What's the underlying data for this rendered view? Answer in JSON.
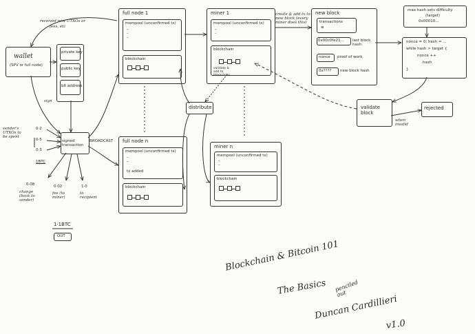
{
  "wallet": {
    "title": "wallet",
    "subtitle": "(SPV or full node)",
    "note_received": "received new UTXOs or",
    "note_fees": "fees, etc"
  },
  "keys": {
    "private": "private key",
    "public": "public key",
    "address": "bit address"
  },
  "sign_label": "sign",
  "sender": {
    "label": "sender's UTXOs to be spent",
    "in1": "0·2",
    "in2": "0·5",
    "in3": "0·3",
    "total": "1BTC"
  },
  "tx": {
    "label": "signed transaction",
    "broadcast": "BROADCAST"
  },
  "outputs": {
    "change": {
      "amount": "0·08",
      "note": "change (back to sender)"
    },
    "fee": {
      "amount": "0·02",
      "note": "fee (to miner)"
    },
    "recipient": {
      "amount": "1·0",
      "note": "to recipient"
    },
    "total": "1·1BTC",
    "out": "OUT"
  },
  "fullnode1": {
    "title": "full node 1",
    "mempool": "mempool (unconfirmed tx)",
    "blockchain": "blockchain"
  },
  "fullnodeN": {
    "title": "full node n",
    "mempool": "mempool (unconfirmed tx)",
    "tx_added": "tx added",
    "blockchain": "blockchain"
  },
  "miner1": {
    "title": "miner 1",
    "mempool": "mempool (unconfirmed tx)",
    "blockchain": "blockchain",
    "validate_note": "validate & add to blockchain",
    "side_note": "create & add tx to new block (every miner does this)"
  },
  "minerN": {
    "title": "miner n",
    "mempool": "mempool (unconfirmed tx)",
    "blockchain": "blockchain"
  },
  "newblock": {
    "title": "new block",
    "transactions": "transactions",
    "last_hash_value": "0x00c0fe21...",
    "last_hash_label": "last block hash",
    "nonce": "nonce",
    "proof": "proof of work",
    "new_hash_value": "0x????",
    "new_hash_label": "new block hash"
  },
  "difficulty": {
    "line1": "max hash sets difficulty",
    "line2": "(target)",
    "line3": "0x00010..."
  },
  "pow": {
    "line1": "nonce = 0; hash = ...",
    "line2": "while hash > target {",
    "line3": "nonce ++",
    "line4": "hash",
    "line5": "}"
  },
  "distribute": "distribute",
  "validate": {
    "label": "validate block",
    "when_invalid": "when invalid",
    "rejected": "rejected"
  },
  "title_block": {
    "line1": "Blockchain & Bitcoin 101",
    "line2": "The Basics",
    "line3": "penciled out",
    "author": "Duncan Cardillieri",
    "version": "v1.0"
  }
}
